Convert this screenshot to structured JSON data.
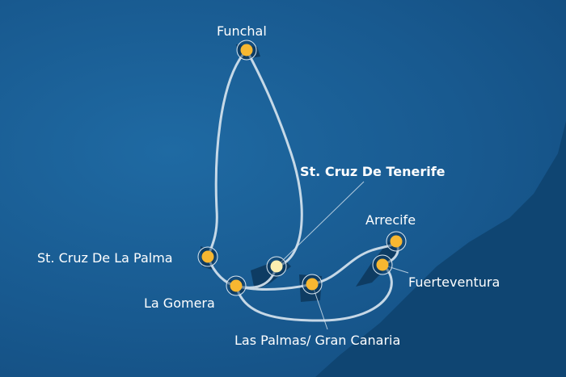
{
  "map": {
    "colors": {
      "ocean": "#18598f",
      "land": "#0e3c63",
      "route": "#d9e6f0",
      "port": "#f7b731",
      "start_port": "#fbeeb0",
      "label": "#ffffff"
    },
    "ports": [
      {
        "name": "Funchal",
        "icon": "port-marker"
      },
      {
        "name": "St. Cruz De Tenerife",
        "icon": "port-marker",
        "highlight": true
      },
      {
        "name": "Arrecife",
        "icon": "port-marker"
      },
      {
        "name": "St. Cruz De La Palma",
        "icon": "port-marker"
      },
      {
        "name": "Fuerteventura",
        "icon": "port-marker"
      },
      {
        "name": "La Gomera",
        "icon": "port-marker"
      },
      {
        "name": "Las Palmas/ Gran Canaria",
        "icon": "port-marker"
      }
    ]
  }
}
